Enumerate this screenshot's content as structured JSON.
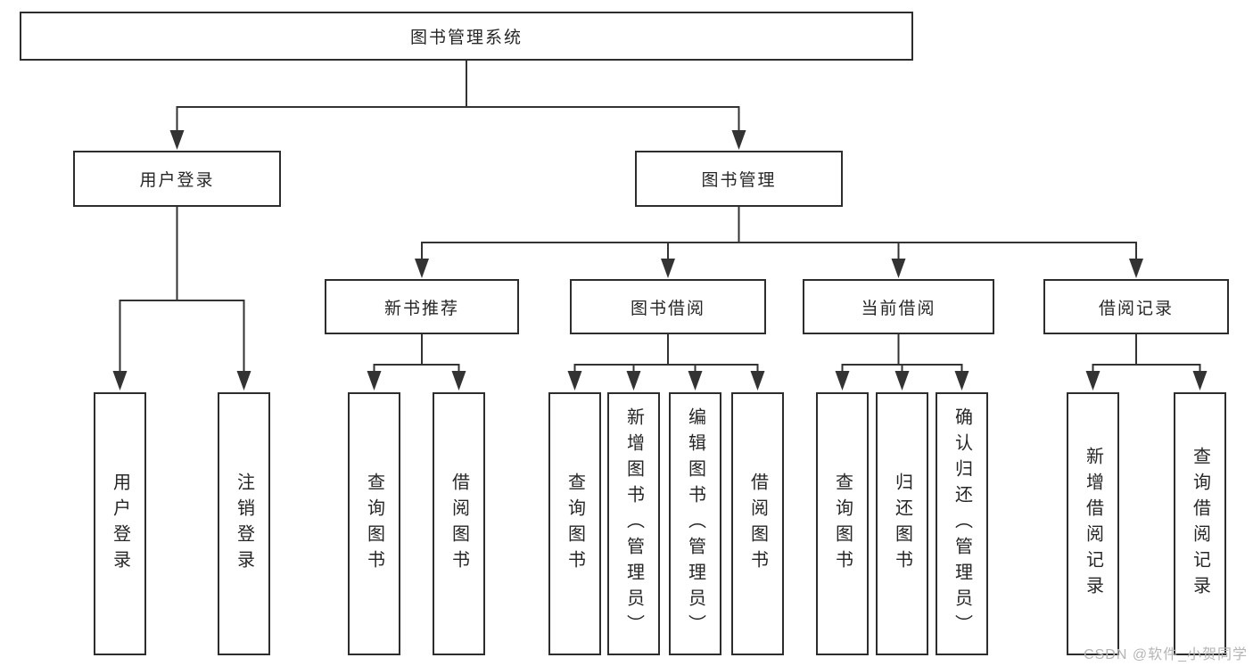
{
  "colors": {
    "line": "#333333",
    "box_border": "#2d2d2d",
    "text": "#262626",
    "watermark": "#b5b5b5",
    "background": "#ffffff"
  },
  "tree": {
    "root": "图书管理系统",
    "branches": [
      {
        "label": "用户登录",
        "children": [
          "用户登录",
          "注销登录"
        ]
      },
      {
        "label": "图书管理",
        "groups": [
          {
            "label": "新书推荐",
            "children": [
              "查询图书",
              "借阅图书"
            ]
          },
          {
            "label": "图书借阅",
            "children": [
              "查询图书",
              "新增图书（管理员）",
              "编辑图书（管理员）",
              "借阅图书"
            ]
          },
          {
            "label": "当前借阅",
            "children": [
              "查询图书",
              "归还图书",
              "确认归还（管理员）"
            ]
          },
          {
            "label": "借阅记录",
            "children": [
              "新增借阅记录",
              "查询借阅记录"
            ]
          }
        ]
      }
    ]
  },
  "watermark": "CSDN @软件_小贺同学"
}
